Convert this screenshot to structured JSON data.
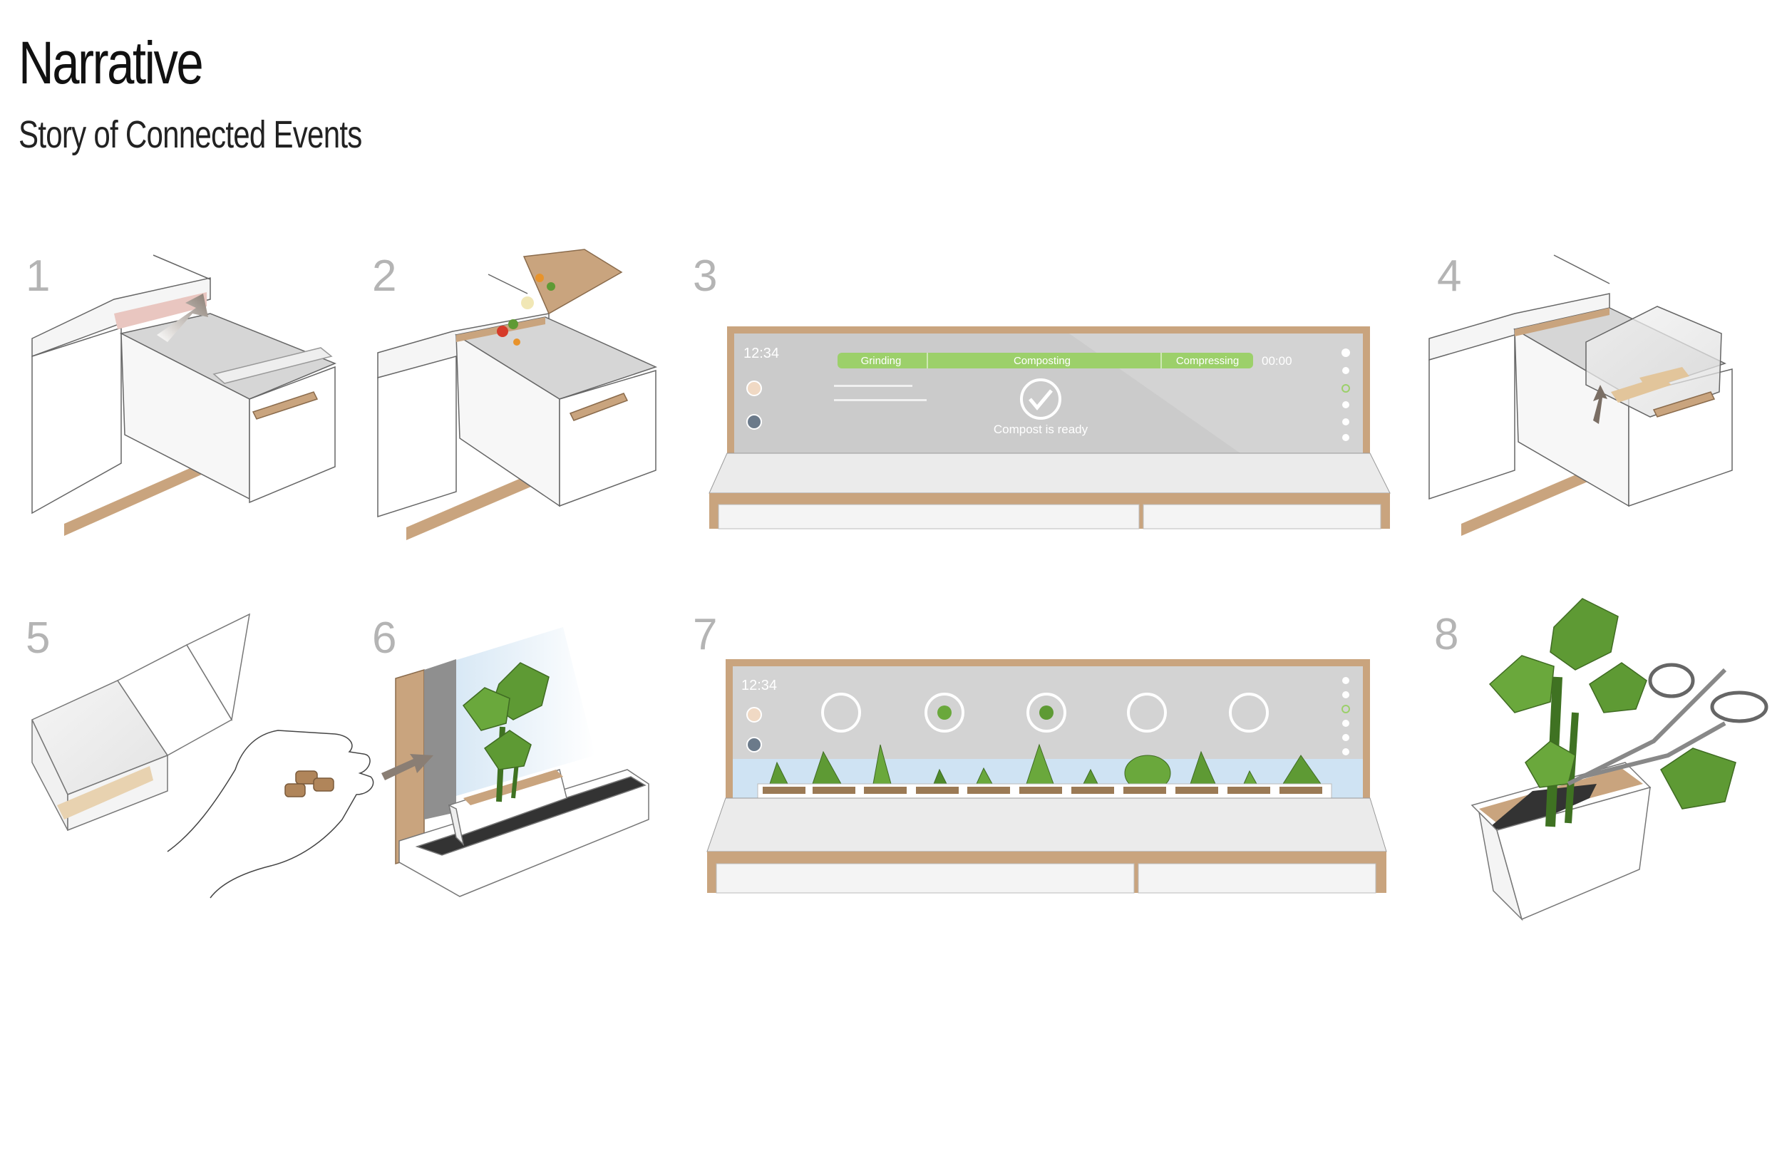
{
  "header": {
    "title": "Narrative",
    "subtitle": "Story of Connected Events"
  },
  "steps": [
    {
      "number": "1"
    },
    {
      "number": "2"
    },
    {
      "number": "3"
    },
    {
      "number": "4"
    },
    {
      "number": "5"
    },
    {
      "number": "6"
    },
    {
      "number": "7"
    },
    {
      "number": "8"
    }
  ],
  "screen3": {
    "clock": "12:34",
    "stages": [
      "Grinding",
      "Composting",
      "Compressing"
    ],
    "timer": "00:00",
    "status": "Compost is ready"
  },
  "screen7": {
    "clock": "12:34"
  },
  "colors": {
    "wood": "#c9a47e",
    "green": "#5e9a34",
    "progress": "#9cd06a",
    "glass": "#e7e7e7"
  }
}
